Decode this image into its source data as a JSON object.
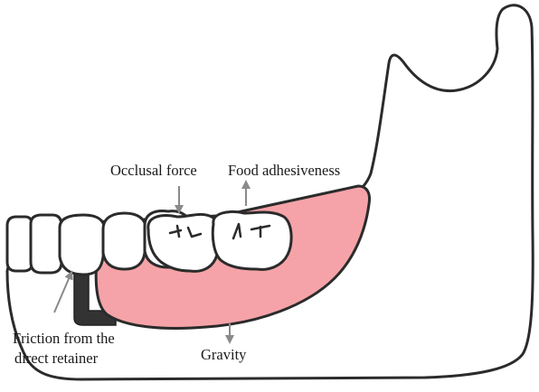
{
  "labels": {
    "occlusal_force": "Occlusal force",
    "food_adhesiveness": "Food adhesiveness",
    "friction_line1": "Friction from the",
    "friction_line2": "direct retainer",
    "gravity": "Gravity"
  },
  "colors": {
    "denture_base": "#f5a3a8",
    "clasp": "#333333",
    "arrow": "#8a8a8a",
    "outline": "#2b2b2b"
  }
}
